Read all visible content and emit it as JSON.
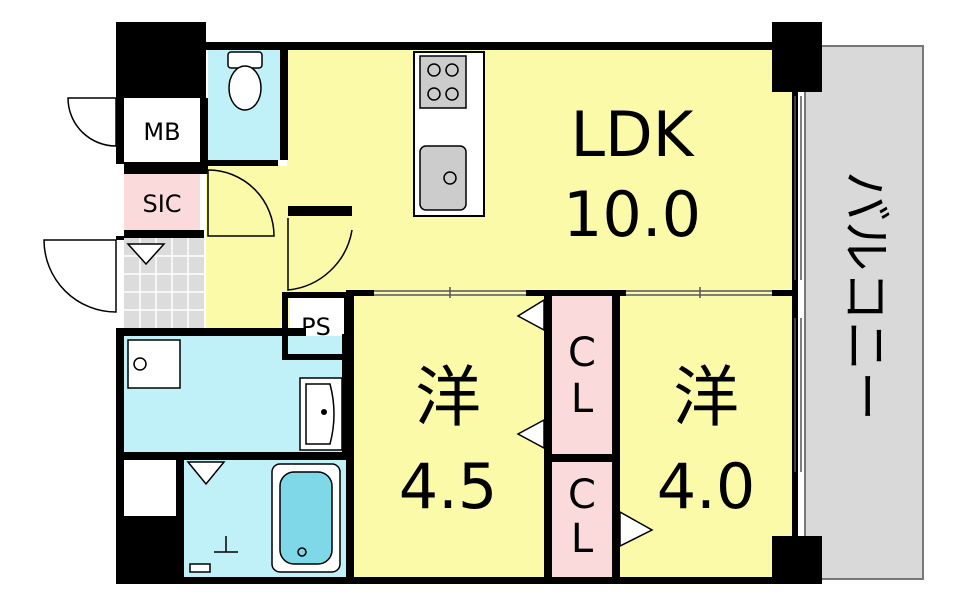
{
  "colors": {
    "wall": "#000000",
    "room_yellow": "#fafaa8",
    "wet_blue": "#c0f0f8",
    "closet_pink": "#fadadb",
    "balcony_gray": "#d9d9d9",
    "tile_gray": "#dcdcdc",
    "white": "#ffffff"
  },
  "rooms": {
    "ldk": {
      "name": "LDK",
      "size": "10.0"
    },
    "western_1": {
      "name": "洋",
      "size": "4.5"
    },
    "western_2": {
      "name": "洋",
      "size": "4.0"
    }
  },
  "labels": {
    "mb": "MB",
    "sic": "SIC",
    "ps": "PS",
    "cl_upper": "CL",
    "cl_lower": "CL",
    "balcony": "バルコニー"
  },
  "icons": {
    "stove": "stove-icon",
    "sink": "kitchen-sink-icon",
    "toilet": "toilet-icon",
    "washbasin": "washbasin-icon",
    "bathtub": "bathtub-icon",
    "washer_pan": "washing-machine-pan-icon",
    "faucet": "shower-faucet-icon"
  }
}
